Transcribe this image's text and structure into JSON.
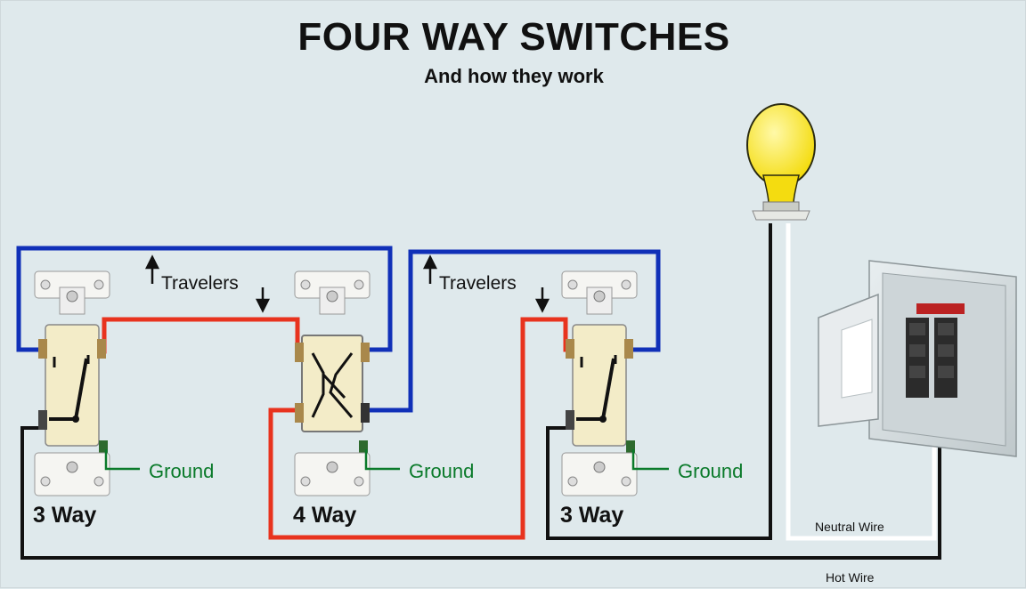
{
  "title": "FOUR WAY SWITCHES",
  "subtitle": "And how they work",
  "labels": {
    "travelers_left": "Travelers",
    "travelers_right": "Travelers",
    "ground_left": "Ground",
    "ground_middle": "Ground",
    "ground_right": "Ground",
    "switch_left": "3 Way",
    "switch_middle": "4 Way",
    "switch_right": "3 Way",
    "neutral_wire": "Neutral Wire",
    "hot_wire": "Hot Wire"
  },
  "colors": {
    "background": "#dfe9ec",
    "traveler_blue": "#1030b8",
    "traveler_red": "#e8331e",
    "hot_black": "#111111",
    "neutral_white": "#ffffff",
    "ground_green": "#0a7a2a",
    "bulb_yellow": "#f7e61c",
    "switch_body": "#f3ecc8",
    "panel_grey": "#d3dadc"
  }
}
